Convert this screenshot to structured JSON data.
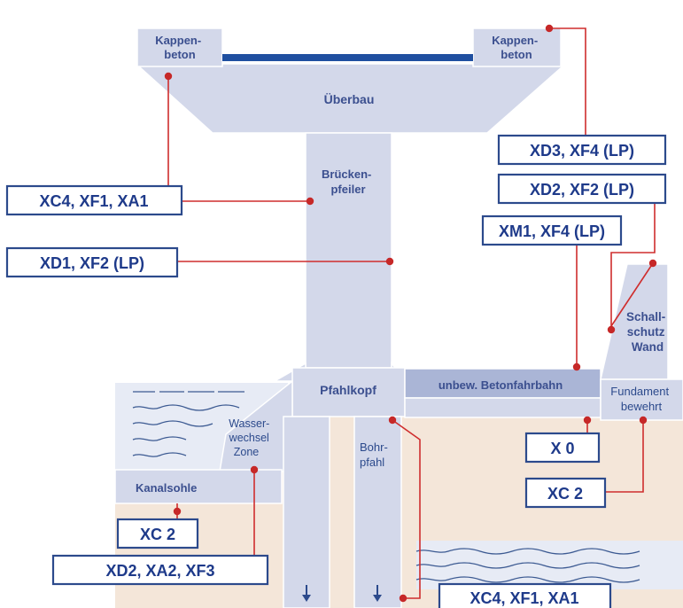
{
  "parts": {
    "cap_left": [
      "Kappen-",
      "beton"
    ],
    "cap_right": [
      "Kappen-",
      "beton"
    ],
    "superstructure": "Überbau",
    "pier": [
      "Brücken-",
      "pfeiler"
    ],
    "pile_cap": "Pfahlkopf",
    "bored_pile": [
      "Bohr-",
      "pfahl"
    ],
    "water_zone": [
      "Wasser-",
      "wechsel",
      "Zone"
    ],
    "canal_bed": "Kanalsohle",
    "road_slab": "unbew. Betonfahrbahn",
    "noise_wall": [
      "Schall-",
      "schutz",
      "Wand"
    ],
    "foundation": [
      "Fundament",
      "bewehrt"
    ]
  },
  "exposure_classes": {
    "pier_upper": "XC4, XF1, XA1",
    "pier_lower": "XD1, XF2 (LP)",
    "cap_right": "XD3, XF4 (LP)",
    "noise_wall": "XD2, XF2 (LP)",
    "road_slab": "XM1, XF4 (LP)",
    "soil_slab": "X 0",
    "foundation": "XC 2",
    "canal_bed": "XC 2",
    "water_zone": "XD2, XA2, XF3",
    "bored_pile": "XC4, XF1, XA1"
  },
  "colors": {
    "component_fill": "#d3d8ea",
    "component_dark": "#aab5d6",
    "soil": "#f4e6d9",
    "water": "#e7ebf5",
    "label_border": "#2c4a8c",
    "leader_line": "#cf2d2d",
    "railing": "#1f4fa0"
  }
}
